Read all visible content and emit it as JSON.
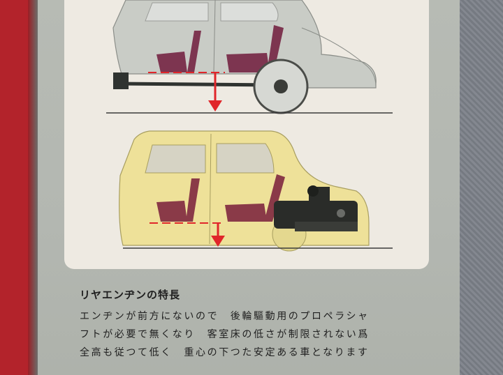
{
  "caption": {
    "heading": "リヤエンヂンの特長",
    "lines": [
      "エンヂンが前方にないので　後輪驅動用のプロペラシャ",
      "フトが必要で無くなり　客室床の低さが制限されない爲",
      "全高も従つて低く　重心の下つた安定ある車となります"
    ]
  },
  "colors": {
    "spine": "#b3232b",
    "page": "#b5b9b2",
    "panel": "#eeeae2",
    "top_car": "#c9ccc6",
    "bottom_car": "#eee199",
    "seat": "#7d3550",
    "arrow": "#e0262a"
  },
  "illustration": {
    "top": "front-engine car cutaway with propeller shaft",
    "bottom": "rear-engine car cutaway"
  }
}
